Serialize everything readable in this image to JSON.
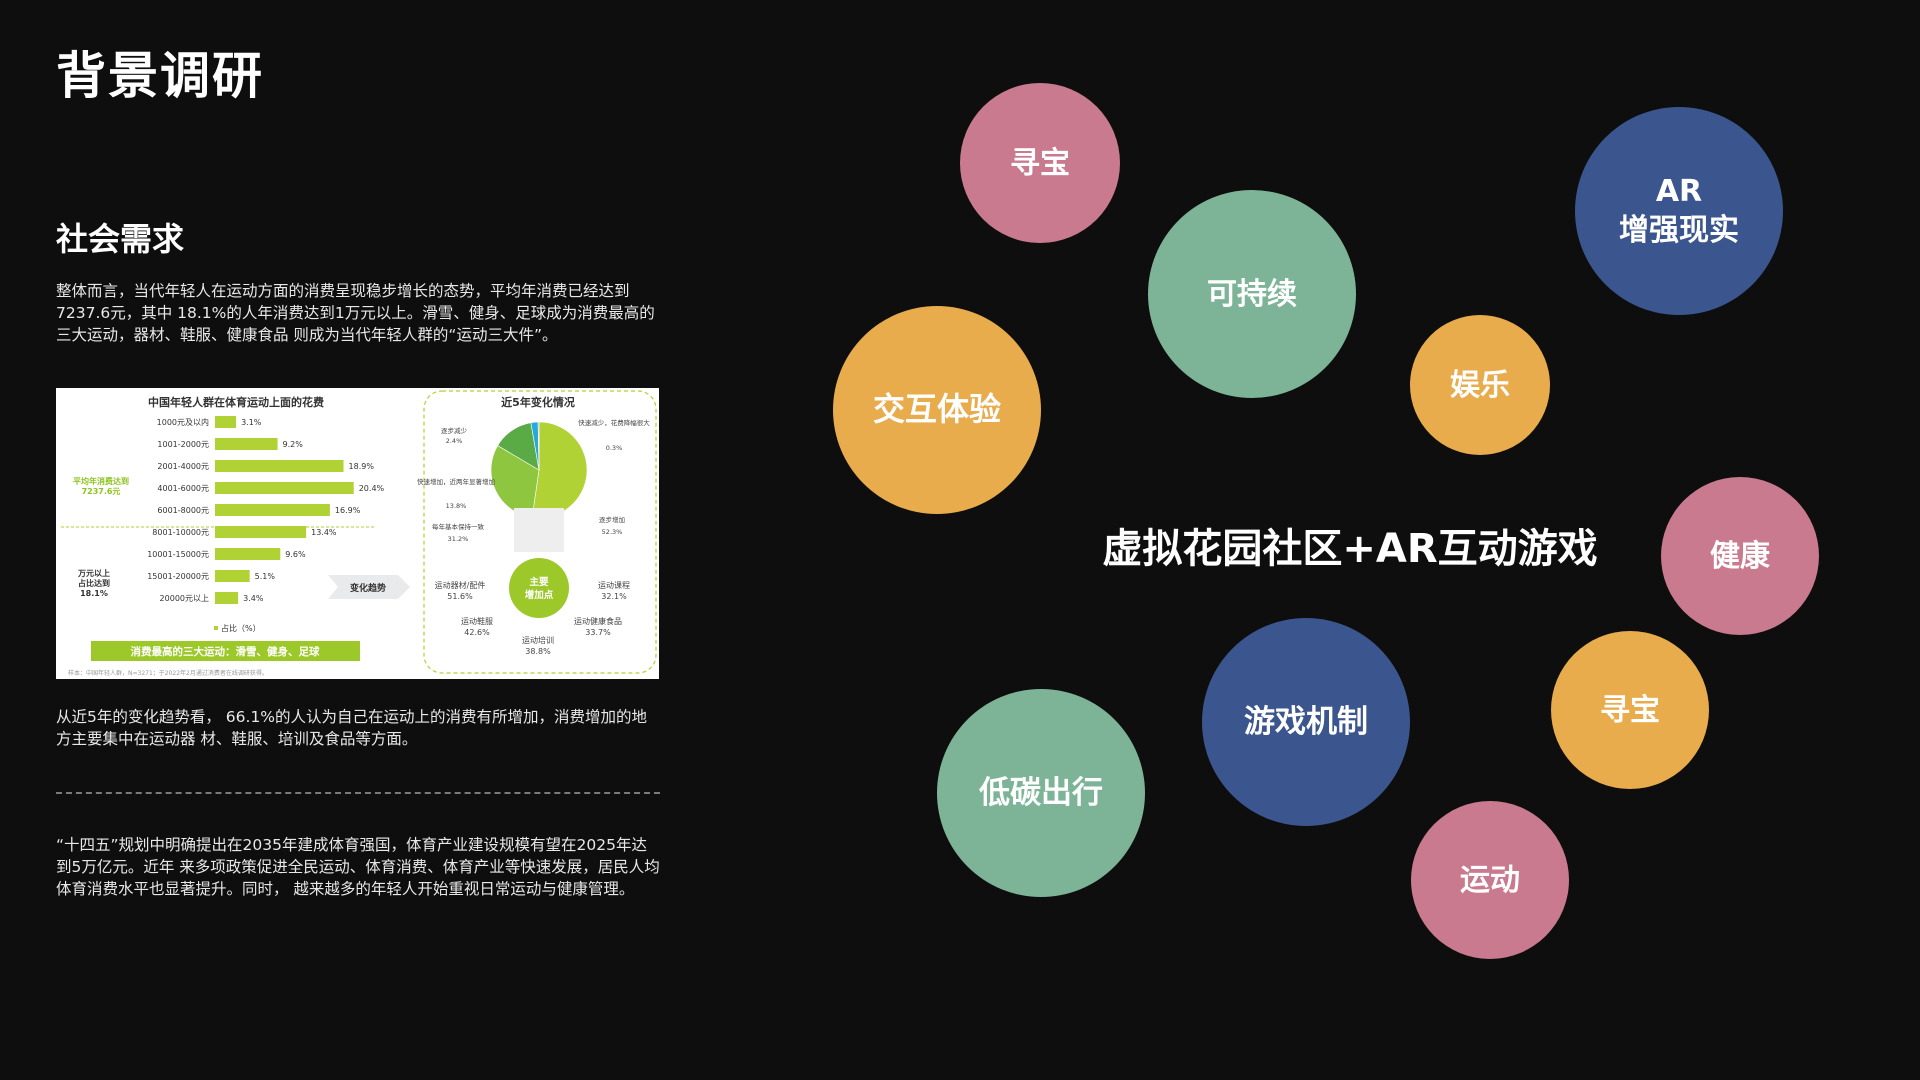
{
  "page": {
    "title": "背景调研",
    "section_title": "社会需求",
    "paragraph1": "整体而言，当代年轻人在运动方面的消费呈现稳步增长的态势，平均年消费已经达到7237.6元，其中 18.1%的人年消费达到1万元以上。滑雪、健身、足球成为消费最高的三大运动，器材、鞋服、健康食品 则成为当代年轻人群的“运动三大件”。",
    "paragraph2": "从近5年的变化趋势看， 66.1%的人认为自己在运动上的消费有所增加，消费增加的地方主要集中在运动器 材、鞋服、培训及食品等方面。",
    "paragraph3": "“十四五”规划中明确提出在2035年建成体育强国，体育产业建设规模有望在2025年达到5万亿元。近年 来多项政策促进全民运动、体育消费、体育产业等快速发展，居民人均体育消费水平也显著提升。同时， 越来越多的年轻人开始重视日常运动与健康管理。"
  },
  "infographic": {
    "colors": {
      "bar": "#b1d235",
      "label_green": "#8ec21f",
      "banner": "#9cc82a",
      "pie": [
        "#b1d235",
        "#8ec63f",
        "#5aab46",
        "#29a8e0"
      ]
    },
    "bar_title": "中国年轻人群在体育运动上面的花费",
    "avg_label_1": "平均年消费达到",
    "avg_label_2": "7237.6元",
    "over_label_1": "万元以上",
    "over_label_2": "占比达到",
    "over_label_3": "18.1%",
    "legend": "占比（%）",
    "banner": "消费最高的三大运动：滑雪、健身、足球",
    "source": "样本：中国年轻人群，N=3271；于2022年2月通过消费者在线调研获得。",
    "arrow_label": "变化趋势",
    "trend_title": "近5年变化情况",
    "center_label_1": "主要",
    "center_label_2": "增加点",
    "pie_labels": [
      {
        "text": "逐步减少",
        "value": "2.4%"
      },
      {
        "text": "快速减少，花费降幅很大",
        "value": "0.3%"
      },
      {
        "text": "快速增加，近两年显著增加",
        "value": "13.8%"
      },
      {
        "text": "每年基本保持一致",
        "value": "31.2%"
      },
      {
        "text": "逐步增加",
        "value": "52.3%"
      }
    ],
    "increase_points": [
      {
        "text": "运动器材/配件",
        "value": "51.6%"
      },
      {
        "text": "运动课程",
        "value": "32.1%"
      },
      {
        "text": "运动鞋服",
        "value": "42.6%"
      },
      {
        "text": "运动健康食品",
        "value": "33.7%"
      },
      {
        "text": "运动培训",
        "value": "38.8%"
      }
    ]
  },
  "chart_data": [
    {
      "type": "bar",
      "title": "中国年轻人群在体育运动上面的花费",
      "categories": [
        "1000元及以内",
        "1001-2000元",
        "2001-4000元",
        "4001-6000元",
        "6001-8000元",
        "8001-10000元",
        "10001-15000元",
        "15001-20000元",
        "20000元以上"
      ],
      "values": [
        3.1,
        9.2,
        18.9,
        20.4,
        16.9,
        13.4,
        9.6,
        5.1,
        3.4
      ],
      "value_labels": [
        "3.1%",
        "9.2%",
        "18.9%",
        "20.4%",
        "16.9%",
        "13.4%",
        "9.6%",
        "5.1%",
        "3.4%"
      ],
      "xlim": [
        0,
        25
      ],
      "legend": "占比（%）"
    },
    {
      "type": "pie",
      "title": "近5年变化情况",
      "categories": [
        "逐步增加",
        "每年基本保持一致",
        "快速增加，近两年显著增加",
        "逐步减少",
        "快速减少，花费降幅很大"
      ],
      "values": [
        52.3,
        31.2,
        13.8,
        2.4,
        0.3
      ]
    }
  ],
  "bubbles": [
    {
      "label": "寻宝",
      "color": "#c97a8e"
    },
    {
      "label": "可持续",
      "color": "#7db497"
    },
    {
      "label": "AR\n增强现实",
      "color": "#3b558e"
    },
    {
      "label": "娱乐",
      "color": "#e8ac4d"
    },
    {
      "label": "交互体验",
      "color": "#e8ac4d"
    },
    {
      "label": "健康",
      "color": "#c97a8e"
    },
    {
      "label": "游戏机制",
      "color": "#3b558e"
    },
    {
      "label": "寻宝",
      "color": "#e8ac4d"
    },
    {
      "label": "低碳出行",
      "color": "#7db497"
    },
    {
      "label": "运动",
      "color": "#c97a8e"
    }
  ],
  "center_title": "虚拟花园社区+AR互动游戏"
}
